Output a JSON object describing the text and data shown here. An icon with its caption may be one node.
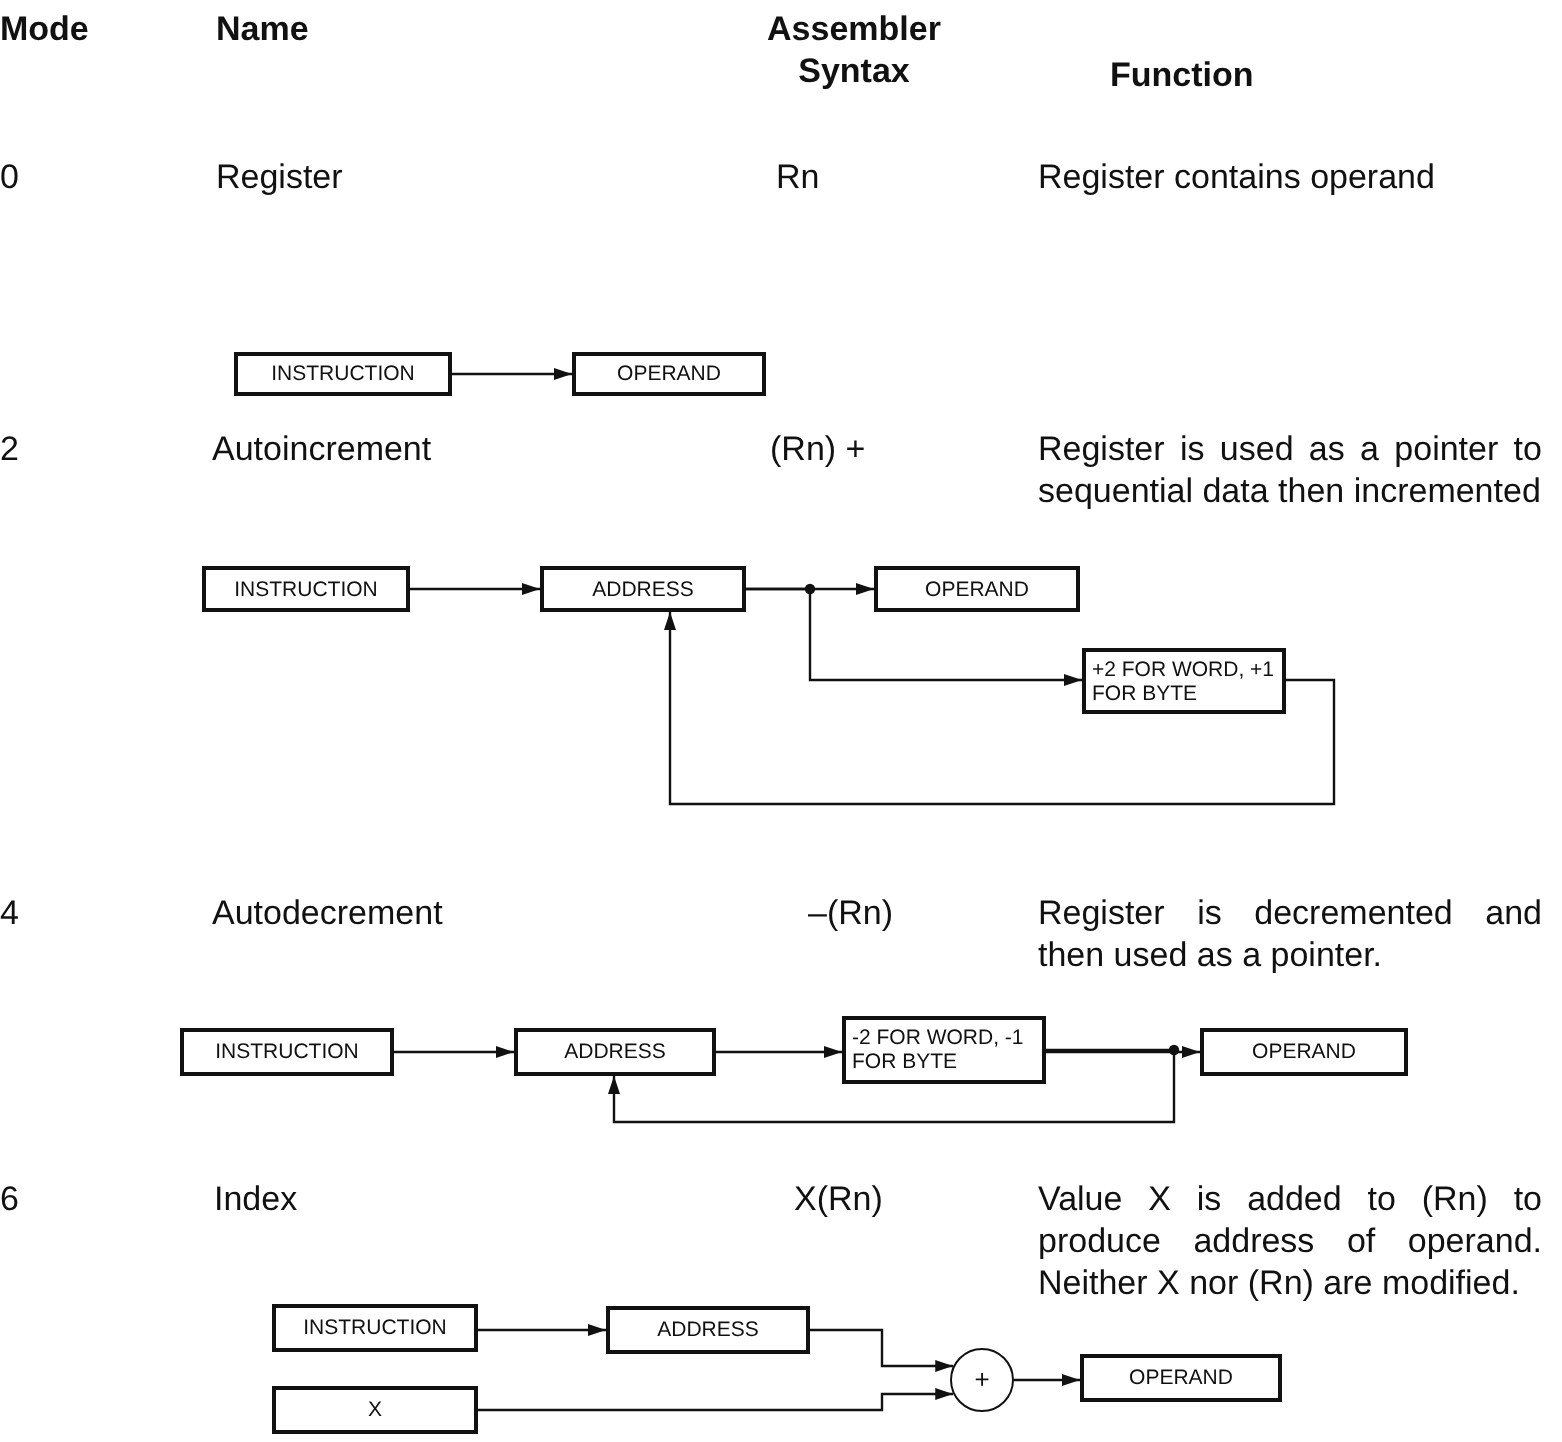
{
  "diagram": {
    "nodes": [
      {
        "text": [
          "INSTRUCTION"
        ]
      },
      {
        "text": [
          "OPERAND"
        ]
      },
      {
        "text": [
          "INSTRUCTION"
        ]
      },
      {
        "text": [
          "ADDRESS"
        ]
      },
      {
        "text": [
          "OPERAND"
        ]
      },
      {
        "text": [
          "+2 FOR WORD, +1 FOR BYTE"
        ]
      },
      {
        "text": [
          "INSTRUCTION"
        ]
      },
      {
        "text": [
          "ADDRESS"
        ]
      },
      {
        "text": [
          "-2 FOR WORD, -1 FOR BYTE"
        ]
      },
      {
        "text": [
          "OPERAND"
        ]
      },
      {
        "text": [
          "INSTRUCTION"
        ]
      },
      {
        "text": [
          "ADDRESS"
        ]
      },
      {
        "text": [
          "X"
        ]
      },
      {
        "text": [
          "+"
        ]
      },
      {
        "text": [
          "OPERAND"
        ]
      }
    ],
    "edges": [
      {
        "from": 0,
        "to": 1,
        "arrow": "to"
      },
      {
        "from": 2,
        "to": 3,
        "arrow": "to"
      },
      {
        "from": 3,
        "to": 4,
        "arrow": "to"
      },
      {
        "from": 3,
        "to": 5,
        "arrow": "to"
      },
      {
        "from": 5,
        "to": 3,
        "arrow": "to"
      },
      {
        "from": 6,
        "to": 7,
        "arrow": "to"
      },
      {
        "from": 7,
        "to": 8,
        "arrow": "to"
      },
      {
        "from": 8,
        "to": 9,
        "arrow": "to"
      },
      {
        "from": 8,
        "to": 7,
        "arrow": "to"
      },
      {
        "from": 10,
        "to": 11,
        "arrow": "to"
      },
      {
        "from": 11,
        "to": 13,
        "arrow": "to"
      },
      {
        "from": 12,
        "to": 13,
        "arrow": "to"
      },
      {
        "from": 13,
        "to": 14,
        "arrow": "to"
      }
    ],
    "labels": [
      "Mode",
      "Name",
      "Assembler Syntax",
      "Function",
      "0",
      "Register",
      "Rn",
      "Register contains operand",
      "2",
      "Autoincrement",
      "(Rn) +",
      "Register is used as a pointer to sequential data then incremented",
      "4",
      "Autodecrement",
      "–(Rn)",
      "Register is decremented and then used as a pointer.",
      "6",
      "Index",
      "X(Rn)",
      "Value X is added to (Rn) to produce address of operand. Neither X nor (Rn) are modified."
    ]
  }
}
